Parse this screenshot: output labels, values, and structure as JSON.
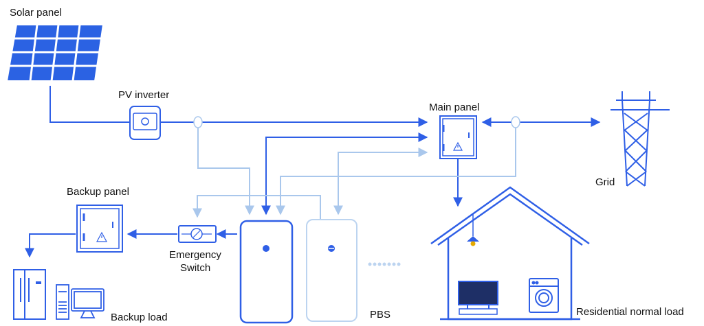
{
  "labels": {
    "solar_panel": "Solar panel",
    "pv_inverter": "PV inverter",
    "main_panel": "Main panel",
    "grid": "Grid",
    "backup_panel": "Backup panel",
    "emergency_switch_line1": "Emergency",
    "emergency_switch_line2": "Switch",
    "backup_load": "Backup load",
    "pbs": "PBS",
    "residential_normal_load": "Residential normal load"
  },
  "colors": {
    "primary_line": "#2f5fe6",
    "secondary_line": "#a9c7ec",
    "solar_cell": "#2b62e3",
    "tv_screen": "#1e2f66",
    "lamp": "#9bb8e8"
  },
  "icons": {
    "solar_panel": "solar-panel-icon",
    "pv_inverter": "inverter-icon",
    "main_panel": "electrical-panel-icon",
    "grid": "transmission-tower-icon",
    "backup_panel": "electrical-panel-icon",
    "emergency_switch": "switch-icon",
    "battery": "battery-icon",
    "house": "house-icon",
    "fridge": "fridge-icon",
    "computer": "computer-icon"
  }
}
